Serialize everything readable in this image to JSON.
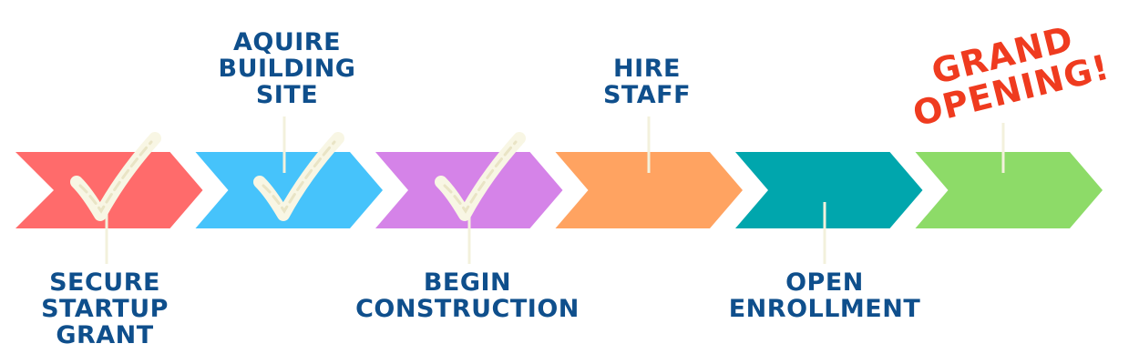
{
  "steps": [
    {
      "label": "SECURE\nSTARTUP\nGRANT",
      "color": "#ff6b6b",
      "completed": true,
      "label_side": "below"
    },
    {
      "label": "AQUIRE\nBUILDING\nSITE",
      "color": "#46c3fb",
      "completed": true,
      "label_side": "above"
    },
    {
      "label": "BEGIN\nCONSTRUCTION",
      "color": "#d583e8",
      "completed": true,
      "label_side": "below"
    },
    {
      "label": "HIRE\nSTAFF",
      "color": "#ffa361",
      "completed": false,
      "label_side": "above"
    },
    {
      "label": "OPEN\nENROLLMENT",
      "color": "#00a6ad",
      "completed": false,
      "label_side": "below"
    },
    {
      "label": "GRAND\nOPENING!",
      "color": "#8ddb68",
      "completed": false,
      "label_side": "above"
    }
  ],
  "colors": {
    "label_text": "#0f4f8c",
    "grand_opening_text": "#ef3b1f",
    "checkmark": "#f8f6e4",
    "connector": "#f3f1dc"
  },
  "icons": {
    "completed": "checkmark-icon"
  }
}
